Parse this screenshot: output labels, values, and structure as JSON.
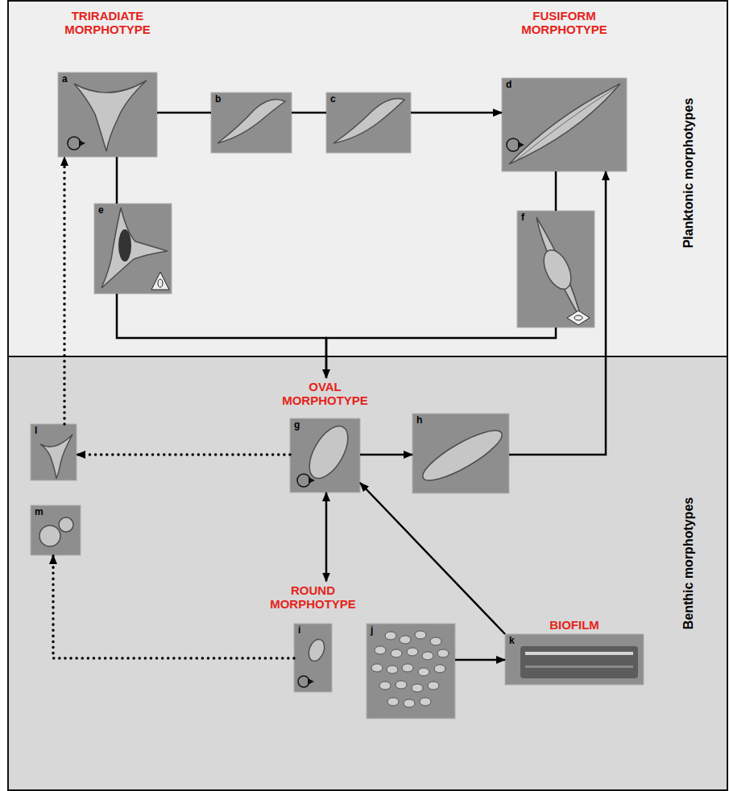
{
  "diagram": {
    "nodes": [
      {
        "text": [
          "Planktonic morphotypes"
        ]
      },
      {
        "text": [
          "TRIRADIATE MORPHOTYPE",
          "a"
        ],
        "in": 0
      },
      {
        "text": [
          "b"
        ],
        "in": 0
      },
      {
        "text": [
          "c"
        ],
        "in": 0
      },
      {
        "text": [
          "FUSIFORM MORPHOTYPE",
          "d"
        ],
        "in": 0
      },
      {
        "text": [
          "e"
        ],
        "in": 0
      },
      {
        "text": [
          "f"
        ],
        "in": 0
      },
      {
        "text": [
          "Benthic morphotypes"
        ]
      },
      {
        "text": [
          "l"
        ],
        "in": 7
      },
      {
        "text": [
          "OVAL MORPHOTYPE",
          "g"
        ],
        "in": 7
      },
      {
        "text": [
          "h"
        ],
        "in": 7
      },
      {
        "text": [
          "m"
        ],
        "in": 7
      },
      {
        "text": [
          "ROUND MORPHOTYPE",
          "i"
        ],
        "in": 7
      },
      {
        "text": [
          "j"
        ],
        "in": 7
      },
      {
        "text": [
          "BIOFILM",
          "k"
        ],
        "in": 7
      }
    ],
    "edges": [
      {
        "from": 1,
        "to": 2,
        "arrow": "none"
      },
      {
        "from": 2,
        "to": 3,
        "arrow": "none"
      },
      {
        "from": 3,
        "to": 4,
        "arrow": "to"
      },
      {
        "from": 1,
        "to": 5,
        "arrow": "none"
      },
      {
        "from": 5,
        "to": 9,
        "arrow": "to"
      },
      {
        "from": 4,
        "to": 6,
        "arrow": "none"
      },
      {
        "from": 6,
        "to": 9,
        "arrow": "to"
      },
      {
        "from": 9,
        "to": 10,
        "arrow": "to"
      },
      {
        "from": 10,
        "to": 4,
        "arrow": "to"
      },
      {
        "from": 9,
        "to": 8,
        "arrow": "to"
      },
      {
        "from": 8,
        "to": 1,
        "arrow": "to"
      },
      {
        "from": 9,
        "to": 12,
        "arrow": "both"
      },
      {
        "from": 12,
        "to": 11,
        "arrow": "to"
      },
      {
        "from": 13,
        "to": 14,
        "arrow": "to"
      },
      {
        "from": 14,
        "to": 9,
        "arrow": "to"
      }
    ]
  }
}
